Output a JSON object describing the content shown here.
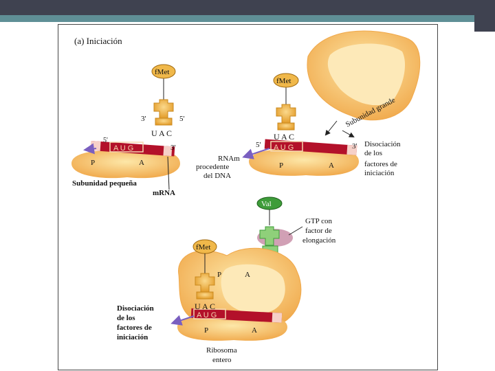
{
  "figure": {
    "heading": "(a) Iniciación",
    "step1": {
      "tRNA": "fMet",
      "prime3": "3'",
      "prime5": "5'",
      "anticodon": "U A C",
      "codon": "A U G",
      "mrna5": "5'",
      "mrna3": "3'",
      "siteP": "P",
      "siteA": "A",
      "small_subunit": "Subunidad pequeña",
      "mrna": "mRNA"
    },
    "step2": {
      "tRNA": "fMet",
      "anticodon": "U A C",
      "codon": "A U G",
      "mrna5": "5'",
      "mrna3": "3'",
      "siteP": "P",
      "siteA": "A",
      "large_subunit": "Subunidad grande",
      "rnam_line1": "RNAm",
      "rnam_line2": "procedente",
      "rnam_line3": "del DNA",
      "dissoc_line1": "Disociación",
      "dissoc_line2": "de los",
      "dissoc_line3": "factores de",
      "dissoc_line4": "iniciación"
    },
    "step3": {
      "val": "Val",
      "gtp_line1": "GTP con",
      "gtp_line2": "factor de",
      "gtp_line3": "elongación",
      "tRNA": "fMet",
      "anticodon": "U A C",
      "codon": "A U G",
      "siteP_top": "P",
      "siteA_top": "A",
      "siteP": "P",
      "siteA": "A",
      "dissoc_line1": "Disociación",
      "dissoc_line2": "de los",
      "dissoc_line3": "factores de",
      "dissoc_line4": "iniciación",
      "ribo_line1": "Ribosoma",
      "ribo_line2": "entero"
    }
  },
  "colors": {
    "subunit": "#f7c46c",
    "subunit_light": "#fde7a8",
    "trna": "#f0b84a",
    "mrna": "#b3112a",
    "val_cap": "#3e9c3a",
    "gtp": "#c98fa8"
  }
}
